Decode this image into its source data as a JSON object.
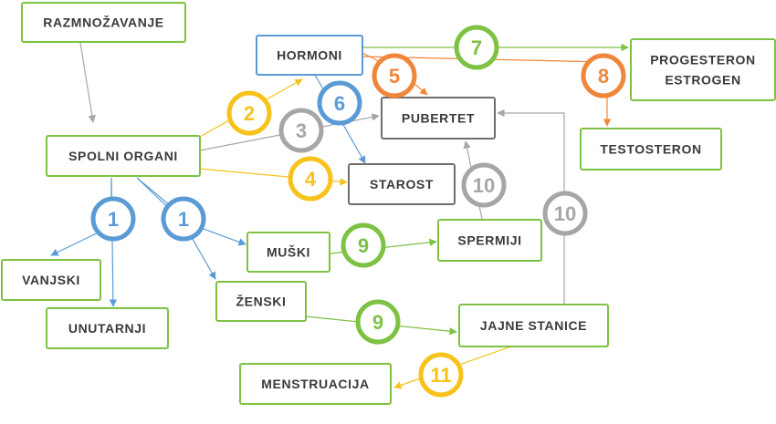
{
  "colors": {
    "green": "#7dc242",
    "blue": "#5b9bd5",
    "gray": "#a6a6a6",
    "orange": "#f0863a",
    "yellow": "#f7c21a"
  },
  "nodes": [
    {
      "id": "razmnozavanje",
      "label": "RAZMNOŽAVANJE"
    },
    {
      "id": "hormoni",
      "label": "HORMONI"
    },
    {
      "id": "progesteron",
      "label": [
        "PROGESTERON",
        "ESTROGEN"
      ]
    },
    {
      "id": "pubertet",
      "label": "PUBERTET"
    },
    {
      "id": "spolni-organi",
      "label": "SPOLNI ORGANI"
    },
    {
      "id": "testosteron",
      "label": "TESTOSTERON"
    },
    {
      "id": "starost",
      "label": "STAROST"
    },
    {
      "id": "muski",
      "label": "MUŠKI"
    },
    {
      "id": "spermiji",
      "label": "SPERMIJI"
    },
    {
      "id": "vanjski",
      "label": "VANJSKI"
    },
    {
      "id": "zenski",
      "label": "ŽENSKI"
    },
    {
      "id": "unutarnji",
      "label": "UNUTARNJI"
    },
    {
      "id": "jajne-stanice",
      "label": "JAJNE STANICE"
    },
    {
      "id": "menstruacija",
      "label": "MENSTRUACIJA"
    }
  ],
  "badges": [
    {
      "id": "b1a",
      "label": "1",
      "color": "blue"
    },
    {
      "id": "b1b",
      "label": "1",
      "color": "blue"
    },
    {
      "id": "b2",
      "label": "2",
      "color": "yellow"
    },
    {
      "id": "b3",
      "label": "3",
      "color": "gray"
    },
    {
      "id": "b4",
      "label": "4",
      "color": "yellow"
    },
    {
      "id": "b5",
      "label": "5",
      "color": "orange"
    },
    {
      "id": "b6",
      "label": "6",
      "color": "blue"
    },
    {
      "id": "b7",
      "label": "7",
      "color": "green"
    },
    {
      "id": "b8",
      "label": "8",
      "color": "orange"
    },
    {
      "id": "b9a",
      "label": "9",
      "color": "green"
    },
    {
      "id": "b9b",
      "label": "9",
      "color": "green"
    },
    {
      "id": "b10a",
      "label": "10",
      "color": "gray"
    },
    {
      "id": "b10b",
      "label": "10",
      "color": "gray"
    },
    {
      "id": "b11",
      "label": "11",
      "color": "yellow"
    }
  ],
  "edges": [
    {
      "id": "razmnozavanje-spolni",
      "from": "razmnozavanje",
      "to": "spolni-organi",
      "color": "gray"
    },
    {
      "id": "spolni-vanjski",
      "from": "spolni-organi",
      "to": "vanjski",
      "color": "blue"
    },
    {
      "id": "spolni-unutarnji",
      "from": "spolni-organi",
      "to": "unutarnji",
      "color": "blue"
    },
    {
      "id": "spolni-muski",
      "from": "spolni-organi",
      "to": "muski",
      "color": "blue"
    },
    {
      "id": "spolni-zenski",
      "from": "spolni-organi",
      "to": "zenski",
      "color": "blue"
    },
    {
      "id": "spolni-hormoni",
      "from": "spolni-organi",
      "to": "hormoni",
      "color": "yellow"
    },
    {
      "id": "spolni-pubertet",
      "from": "spolni-organi",
      "to": "pubertet",
      "color": "gray"
    },
    {
      "id": "spolni-starost",
      "from": "spolni-organi",
      "to": "starost",
      "color": "yellow"
    },
    {
      "id": "hormoni-pubertet",
      "from": "hormoni",
      "to": "pubertet",
      "color": "orange"
    },
    {
      "id": "hormoni-starost",
      "from": "hormoni",
      "to": "starost",
      "color": "blue"
    },
    {
      "id": "hormoni-progesteron",
      "from": "hormoni",
      "to": "progesteron",
      "color": "green"
    },
    {
      "id": "hormoni-testosteron",
      "from": "hormoni",
      "to": "testosteron",
      "color": "orange"
    },
    {
      "id": "muski-spermiji",
      "from": "muski",
      "to": "spermiji",
      "color": "green"
    },
    {
      "id": "zenski-jajne",
      "from": "zenski",
      "to": "jajne-stanice",
      "color": "green"
    },
    {
      "id": "spermiji-pubertet",
      "from": "spermiji",
      "to": "pubertet",
      "color": "gray"
    },
    {
      "id": "jajne-pubertet",
      "from": "jajne-stanice",
      "to": "pubertet",
      "color": "gray"
    },
    {
      "id": "jajne-menstruacija",
      "from": "jajne-stanice",
      "to": "menstruacija",
      "color": "yellow"
    }
  ]
}
